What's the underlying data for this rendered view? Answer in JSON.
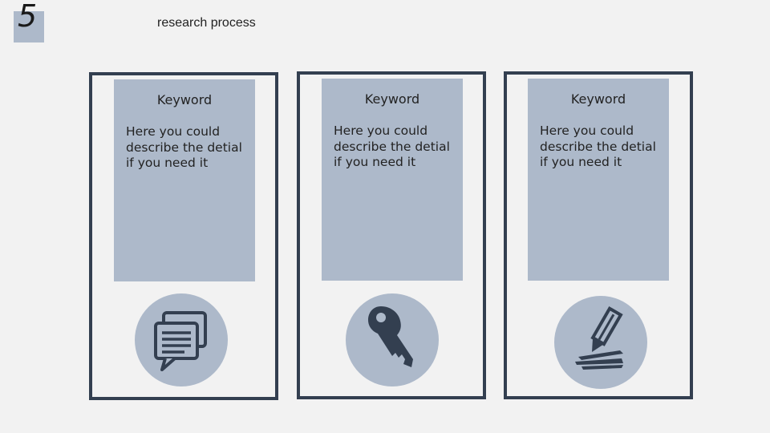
{
  "slide": {
    "number": "5",
    "title": "research process"
  },
  "cards": [
    {
      "keyword": "Keyword",
      "description": "Here you could describe the detial if you need it",
      "icon": "speech-bubbles-icon"
    },
    {
      "keyword": "Keyword",
      "description": "Here you could describe the detial if you need it",
      "icon": "key-icon"
    },
    {
      "keyword": "Keyword",
      "description": "Here you could describe the detial if you need it",
      "icon": "pencil-icon"
    }
  ],
  "colors": {
    "accent": "#333f50",
    "panel": "#adb9ca",
    "background": "#f2f2f2"
  }
}
